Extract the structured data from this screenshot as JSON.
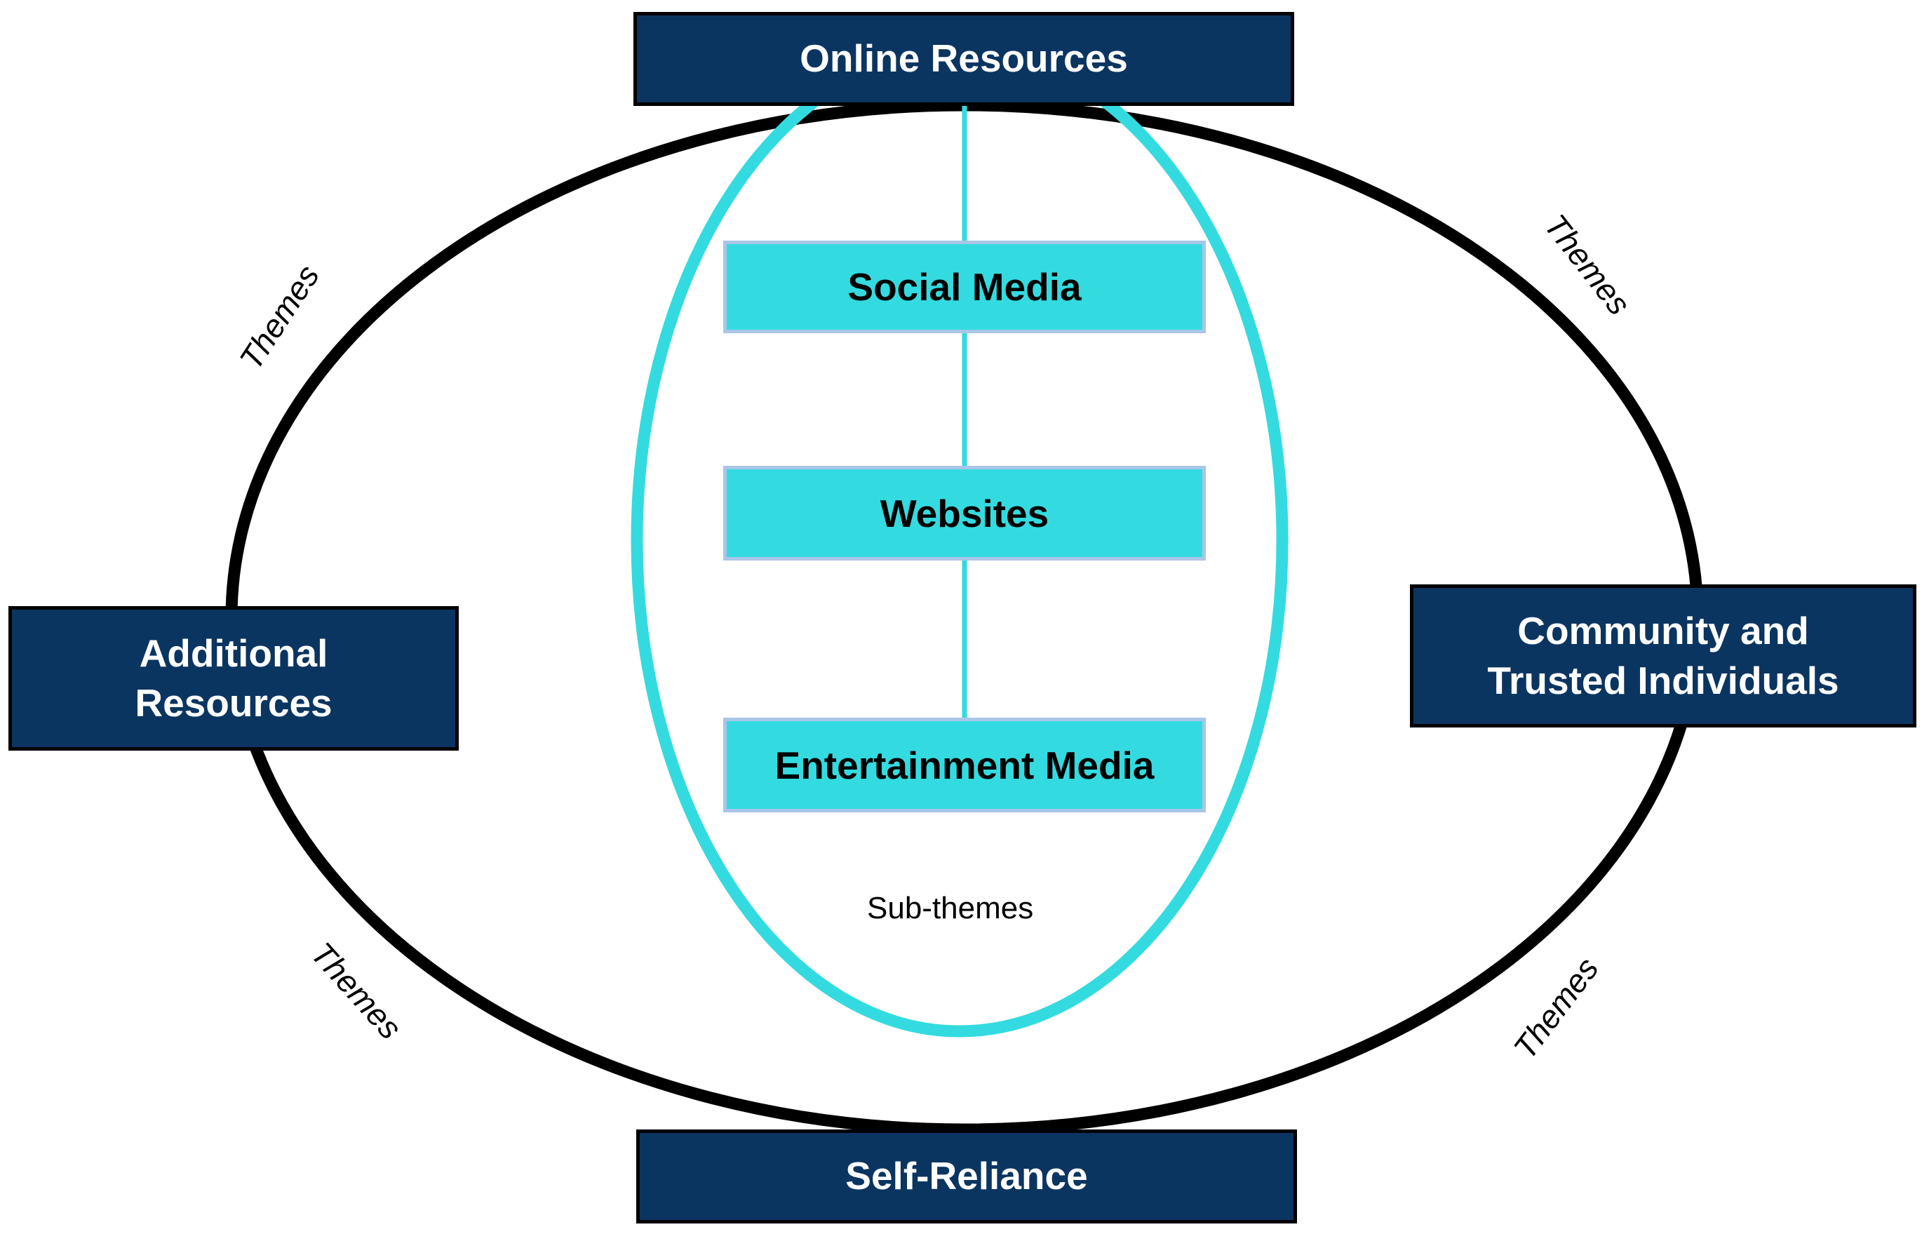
{
  "themes": {
    "top": "Online Resources",
    "right": "Community and Trusted Individuals",
    "bottom": "Self-Reliance",
    "left": "Additional Resources"
  },
  "sub_themes": [
    "Social Media",
    "Websites",
    "Entertainment Media"
  ],
  "labels": {
    "themes": "Themes",
    "sub_themes": "Sub-themes"
  },
  "colors": {
    "theme_box": "#0b3561",
    "sub_box": "#33dbe0",
    "inner_ring": "#33dbe0",
    "outer_ring": "#000000"
  }
}
